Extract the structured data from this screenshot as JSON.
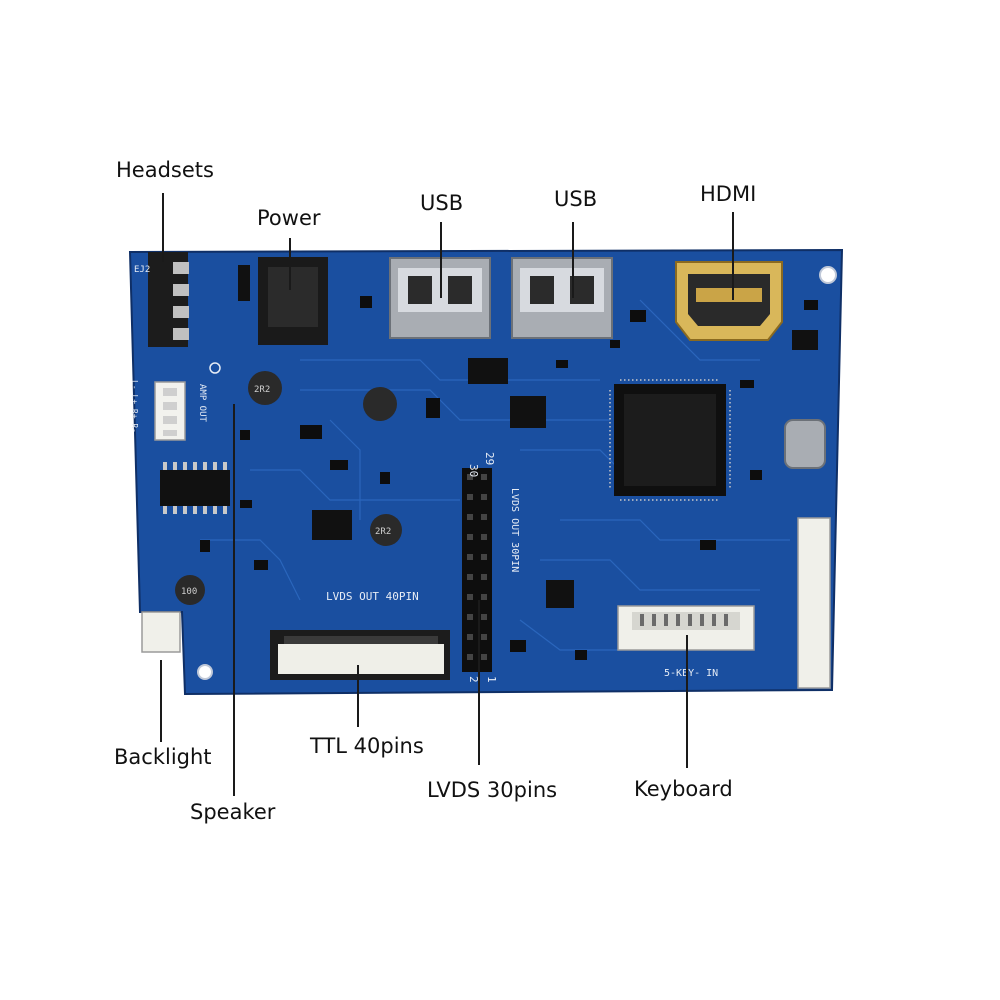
{
  "labels": {
    "headsets": "Headsets",
    "power": "Power",
    "usb_1": "USB",
    "usb_2": "USB",
    "hdmi": "HDMI",
    "backlight": "Backlight",
    "speaker": "Speaker",
    "ttl": "TTL 40pins",
    "lvds": "LVDS 30pins",
    "keyboard": "Keyboard"
  },
  "silkscreen": {
    "lvds_40": "LVDS OUT 40PIN",
    "lvds_30": "LVDS OUT 30PIN",
    "key_in": "5-KEY- IN",
    "amp_out": "AMP OUT",
    "audio_pins": "L- L+ R+ R-",
    "pin_30": "30",
    "pin_29": "29",
    "pin_2": "2",
    "pin_1": "1",
    "ej": "EJ2",
    "inductor_1": "2R2",
    "inductor_2": "2R2",
    "inductor_3": "100"
  },
  "colors": {
    "pcb": "#1a4fa0",
    "pcb_dark": "#123b7d",
    "trace": "#2f6cc4",
    "background": "#ffffff",
    "line": "#1a1a1a"
  }
}
